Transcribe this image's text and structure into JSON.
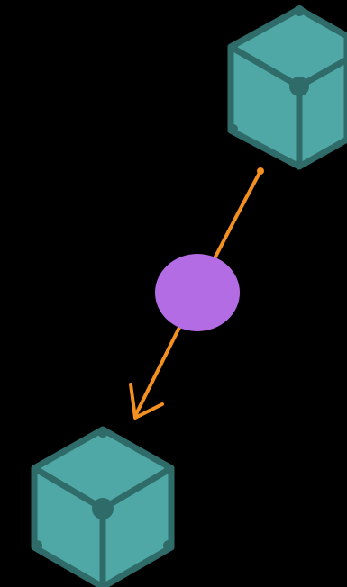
{
  "diagram": {
    "background_color": "#000000",
    "nodes": [
      {
        "id": "top-cube",
        "shape": "cube",
        "fill": "#4fa8a6",
        "stroke": "#2f6b69"
      },
      {
        "id": "bottom-cube",
        "shape": "cube",
        "fill": "#4fa8a6",
        "stroke": "#2f6b69"
      }
    ],
    "connector": {
      "from": "top-cube",
      "to": "bottom-cube",
      "color": "#f39020",
      "arrowhead": "open"
    },
    "midpoint_marker": {
      "shape": "ellipse",
      "color": "#b46ce4"
    }
  }
}
